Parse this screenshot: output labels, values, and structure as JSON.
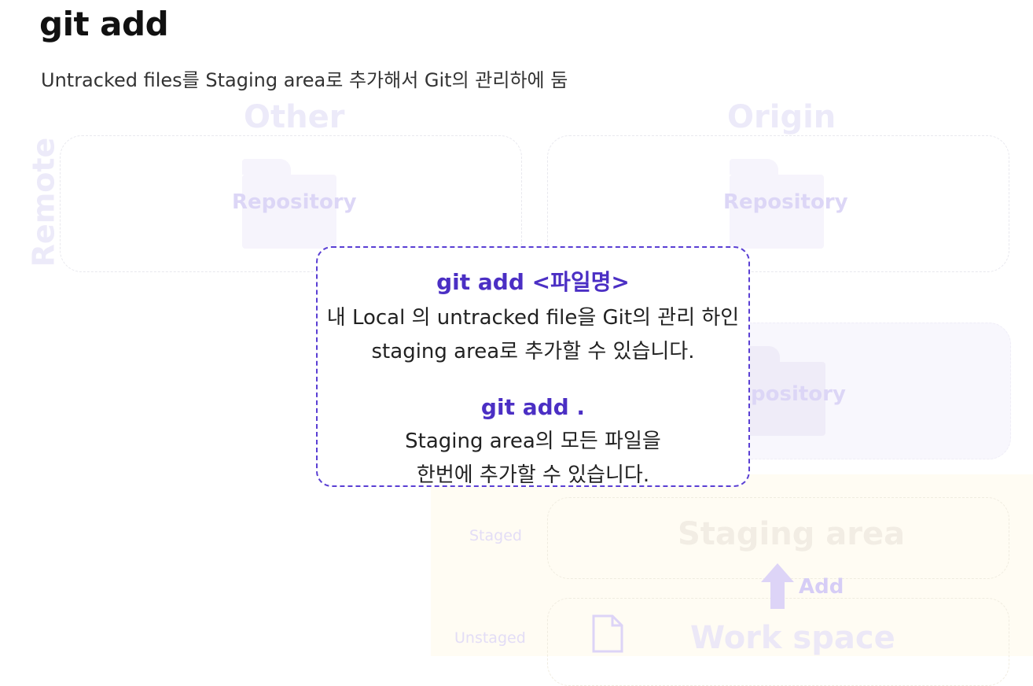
{
  "header": {
    "title": "git add",
    "subtitle": "Untracked files를 Staging area로 추가해서 Git의 관리하에 둠"
  },
  "diagram": {
    "remote_label": "Remote",
    "other_heading": "Other",
    "origin_heading": "Origin",
    "repository_label": "Repository",
    "local_repository_label_partial": "pository",
    "staged_label": "Staged",
    "unstaged_label": "Unstaged",
    "staging_area_label": "Staging area",
    "work_space_label": "Work space",
    "add_label": "Add"
  },
  "callout": {
    "cmd1": "git add <파일명>",
    "desc1_line1": "내 Local 의 untracked file을 Git의 관리 하인",
    "desc1_line2": "staging area로 추가할 수 있습니다.",
    "cmd2": "git add .",
    "desc2_line1": "Staging area의 모든 파일을",
    "desc2_line2": "한번에 추가할 수 있습니다."
  },
  "colors": {
    "accent": "#4b2fc4",
    "callout_border": "#5a3fd4",
    "faded_purple": "#eceaf9",
    "local_background": "#fffcf3"
  }
}
